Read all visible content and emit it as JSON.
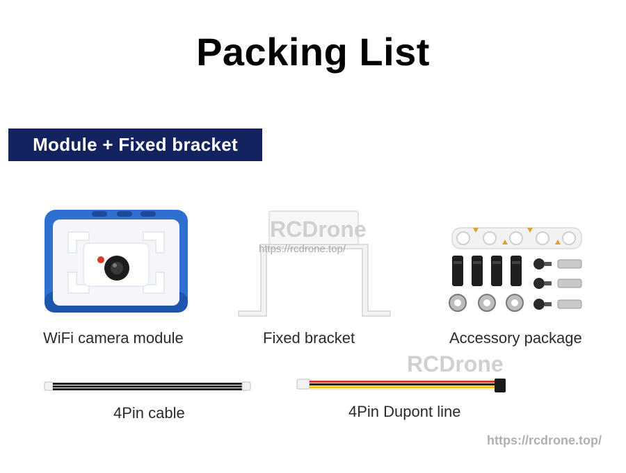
{
  "title": "Packing List",
  "section_banner": "Module + Fixed bracket",
  "items": [
    {
      "caption": "WiFi camera module",
      "icon": "camera-module-icon"
    },
    {
      "caption": "Fixed bracket",
      "icon": "bracket-icon"
    },
    {
      "caption": "Accessory package",
      "icon": "accessory-package-icon"
    },
    {
      "caption": "4Pin cable",
      "icon": "cable-icon"
    },
    {
      "caption": "4Pin Dupont line",
      "icon": "dupont-line-icon"
    }
  ],
  "watermarks": {
    "bracket_logo": "RCDrone",
    "bracket_url": "https://rcdrone.top/",
    "mid_logo": "RCDrone",
    "footer_url": "https://rcdrone.top/"
  },
  "colors": {
    "banner_bg": "#12235f",
    "camera_shell": "#2f6fd0",
    "cable_black": "#1a1a1a",
    "wire_red": "#d63a2a",
    "wire_yellow": "#f1c21b"
  }
}
